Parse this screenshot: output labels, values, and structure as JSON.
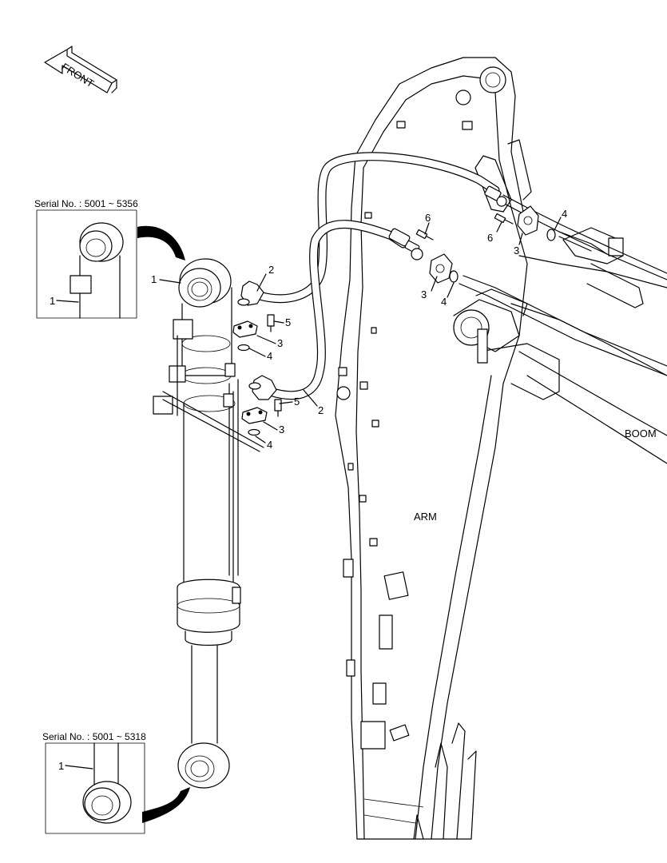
{
  "diagram": {
    "direction_label": "FRONT",
    "region_labels": {
      "boom": "BOOM",
      "arm": "ARM"
    },
    "insets": [
      {
        "serial": "Serial No. : 5001 ~ 5356",
        "part": "1"
      },
      {
        "serial": "Serial No. : 5001 ~ 5318",
        "part": "1"
      }
    ],
    "callouts": {
      "cyl": "1",
      "hose_upper": "2",
      "hose_lower": "2",
      "flange_u": "3",
      "flange_l": "3",
      "flange_m": "3",
      "flange_r": "3",
      "oring_u": "4",
      "oring_l": "4",
      "oring_m": "4",
      "oring_r": "4",
      "bolt_u": "5",
      "bolt_l": "5",
      "bolt_m": "6",
      "bolt_r": "6"
    }
  }
}
